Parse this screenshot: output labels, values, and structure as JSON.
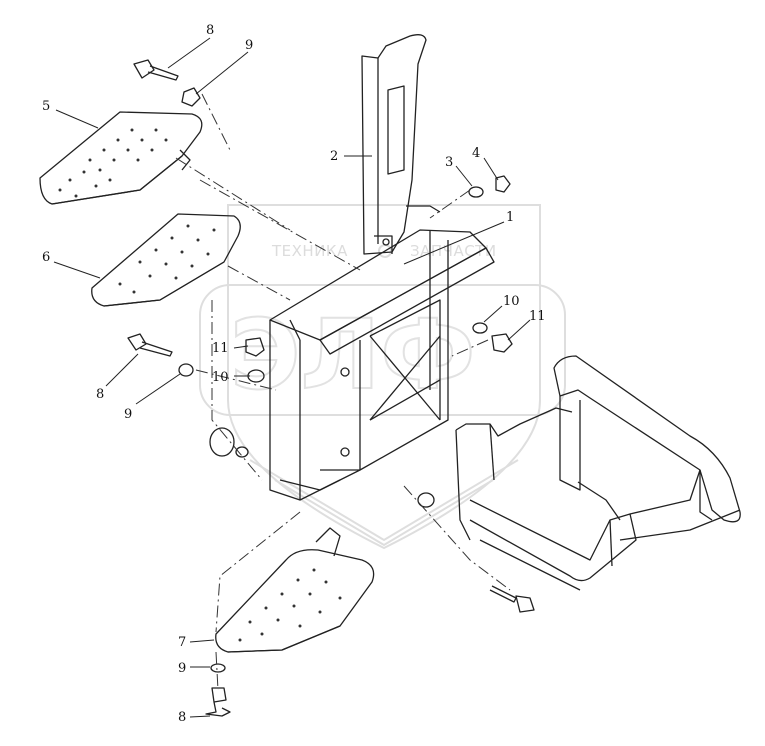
{
  "watermark": {
    "brand_text": "ТЕХНИКА",
    "brand_text2": "ЗАПЧАСТИ",
    "logo_letters": "ЭЛФ"
  },
  "callouts": [
    {
      "id": "c8a",
      "label": "8"
    },
    {
      "id": "c9a",
      "label": "9"
    },
    {
      "id": "c5",
      "label": "5"
    },
    {
      "id": "c2",
      "label": "2"
    },
    {
      "id": "c3",
      "label": "3"
    },
    {
      "id": "c4",
      "label": "4"
    },
    {
      "id": "c1",
      "label": "1"
    },
    {
      "id": "c6",
      "label": "6"
    },
    {
      "id": "c10a",
      "label": "10"
    },
    {
      "id": "c11a",
      "label": "11"
    },
    {
      "id": "c11b",
      "label": "11"
    },
    {
      "id": "c10b",
      "label": "10"
    },
    {
      "id": "c8b",
      "label": "8"
    },
    {
      "id": "c9b",
      "label": "9"
    },
    {
      "id": "c7",
      "label": "7"
    },
    {
      "id": "c9c",
      "label": "9"
    },
    {
      "id": "c8c",
      "label": "8"
    }
  ],
  "icons": {
    "bolt": "bolt-icon",
    "nut": "nut-icon",
    "washer": "washer-icon"
  }
}
